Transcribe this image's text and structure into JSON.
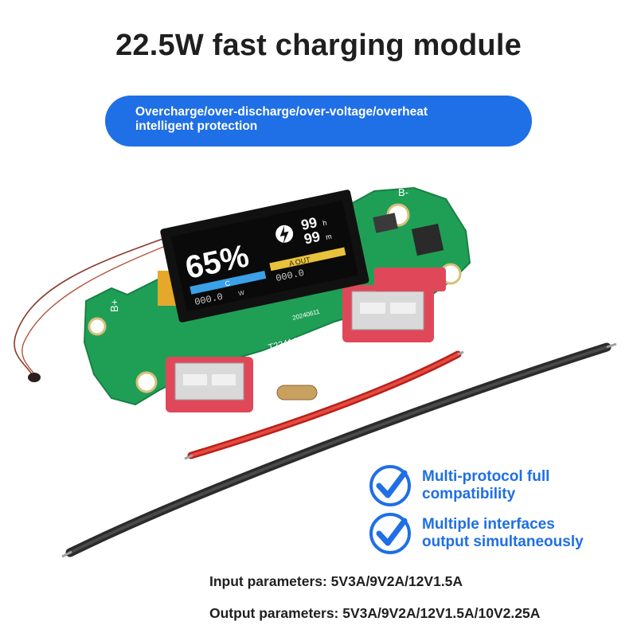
{
  "title": "22.5W fast charging module",
  "banner": {
    "line1": "Overcharge/over-discharge/over-voltage/overheat",
    "line2": "intelligent protection"
  },
  "display": {
    "percent": "65%",
    "time_hours": "99",
    "time_minutes": "99",
    "unit_h": "h",
    "unit_m": "m",
    "label_c": "C",
    "label_a_out": "A OUT",
    "reading_left": "000.0",
    "reading_right": "000.0",
    "unit_w": "W",
    "bolt_icon": "lightning-bolt-icon"
  },
  "board": {
    "label_b_minus": "B-",
    "label_b_plus": "B+",
    "label_version": "T2341 V2.0",
    "label_date": "20240611",
    "pcb_color": "#1f9f56",
    "port_color": "#e0485a"
  },
  "features": [
    {
      "icon": "check-circle-icon",
      "line1": "Multi-protocol full",
      "line2": "compatibility"
    },
    {
      "icon": "check-circle-icon",
      "line1": "Multiple interfaces",
      "line2": "output simultaneously"
    }
  ],
  "params": {
    "input": "Input parameters: 5V3A/9V2A/12V1.5A",
    "output": "Output parameters: 5V3A/9V2A/12V1.5A/10V2.25A"
  },
  "colors": {
    "accent": "#1f6fe6",
    "text": "#1f1f1f"
  }
}
